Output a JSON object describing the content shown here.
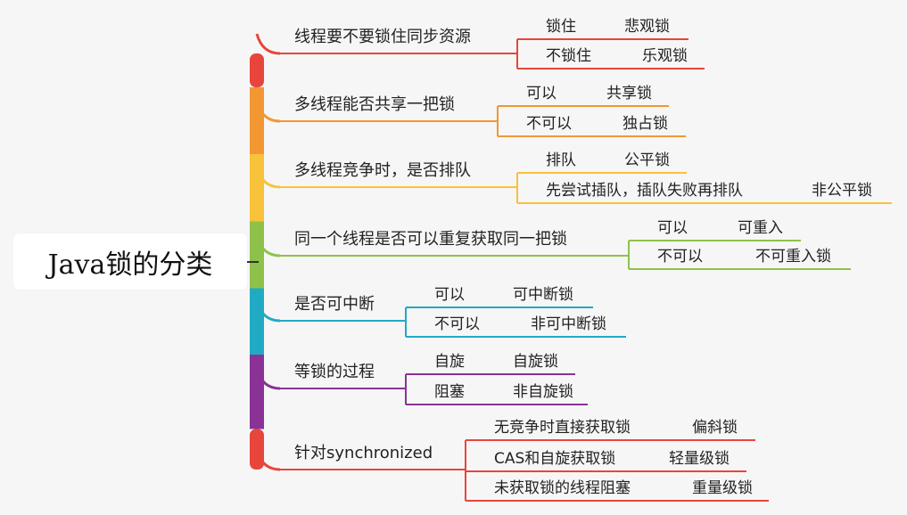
{
  "root": {
    "title": "Java锁的分类"
  },
  "colors": {
    "red": "#e8453c",
    "orange": "#f39733",
    "yellow": "#f8c23a",
    "green": "#8ec14a",
    "cyan": "#21aac4",
    "purple": "#8a3296"
  },
  "branches": [
    {
      "label": "线程要不要锁住同步资源",
      "color": "red",
      "items": [
        {
          "condition": "锁住",
          "result": "悲观锁"
        },
        {
          "condition": "不锁住",
          "result": "乐观锁"
        }
      ]
    },
    {
      "label": "多线程能否共享一把锁",
      "color": "orange",
      "items": [
        {
          "condition": "可以",
          "result": "共享锁"
        },
        {
          "condition": "不可以",
          "result": "独占锁"
        }
      ]
    },
    {
      "label": "多线程竞争时，是否排队",
      "color": "yellow",
      "items": [
        {
          "condition": "排队",
          "result": "公平锁"
        },
        {
          "condition": "先尝试插队，插队失败再排队",
          "result": "非公平锁"
        }
      ]
    },
    {
      "label": "同一个线程是否可以重复获取同一把锁",
      "color": "green",
      "items": [
        {
          "condition": "可以",
          "result": "可重入"
        },
        {
          "condition": "不可以",
          "result": "不可重入锁"
        }
      ]
    },
    {
      "label": "是否可中断",
      "color": "cyan",
      "items": [
        {
          "condition": "可以",
          "result": "可中断锁"
        },
        {
          "condition": "不可以",
          "result": "非可中断锁"
        }
      ]
    },
    {
      "label": "等锁的过程",
      "color": "purple",
      "items": [
        {
          "condition": "自旋",
          "result": "自旋锁"
        },
        {
          "condition": "阻塞",
          "result": "非自旋锁"
        }
      ]
    },
    {
      "label": "针对synchronized",
      "color": "red",
      "items": [
        {
          "condition": "无竞争时直接获取锁",
          "result": "偏斜锁"
        },
        {
          "condition": "CAS和自旋获取锁",
          "result": "轻量级锁"
        },
        {
          "condition": "未获取锁的线程阻塞",
          "result": "重量级锁"
        }
      ]
    }
  ]
}
